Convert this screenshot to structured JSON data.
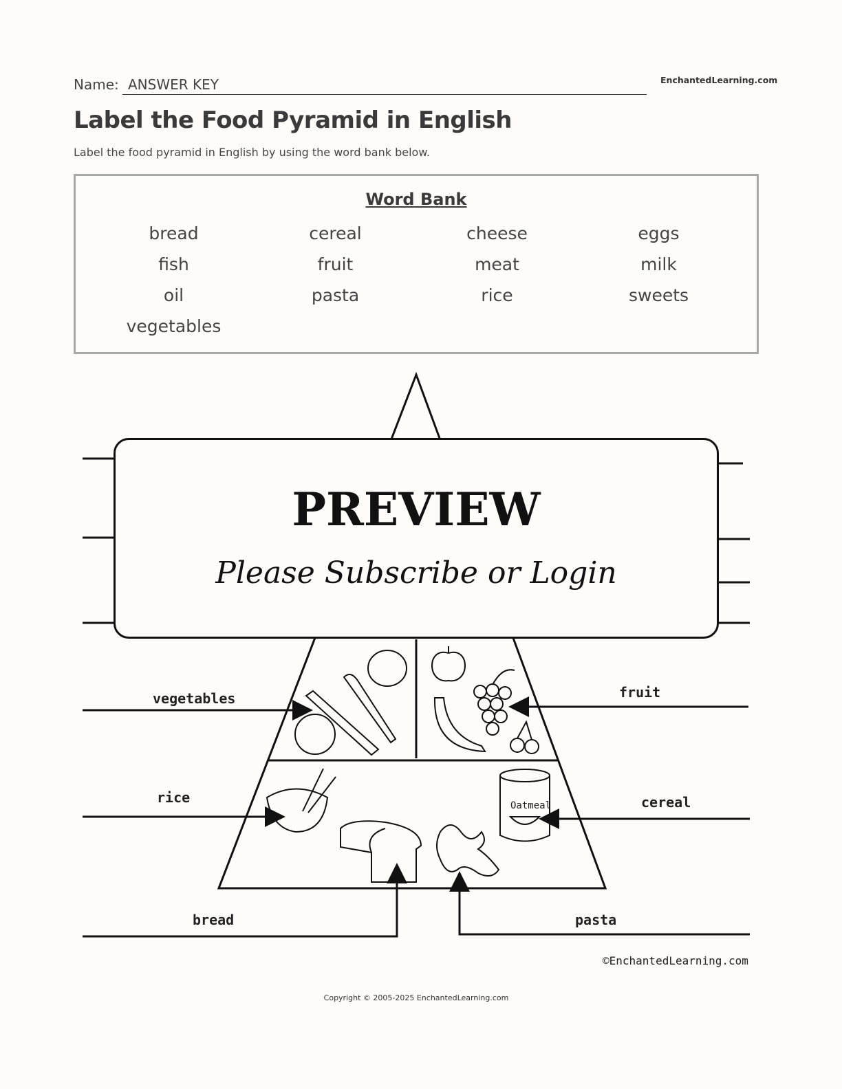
{
  "header": {
    "name_label": "Name:",
    "name_value": "ANSWER KEY",
    "site": "EnchantedLearning.com",
    "title": "Label the Food Pyramid in English",
    "instructions": "Label the food pyramid in English by using the word bank below."
  },
  "word_bank": {
    "title": "Word Bank",
    "words": [
      "bread",
      "cereal",
      "cheese",
      "eggs",
      "fish",
      "fruit",
      "meat",
      "milk",
      "oil",
      "pasta",
      "rice",
      "sweets",
      "vegetables"
    ]
  },
  "diagram": {
    "labels": {
      "vegetables": "vegetables",
      "fruit": "fruit",
      "rice": "rice",
      "cereal": "cereal",
      "bread": "bread",
      "pasta": "pasta"
    },
    "can_label": "Oatmeal",
    "credit": "©EnchantedLearning.com"
  },
  "preview": {
    "title": "PREVIEW",
    "subtitle": "Please Subscribe or Login"
  },
  "footer": {
    "copyright": "Copyright © 2005-2025 EnchantedLearning.com"
  }
}
